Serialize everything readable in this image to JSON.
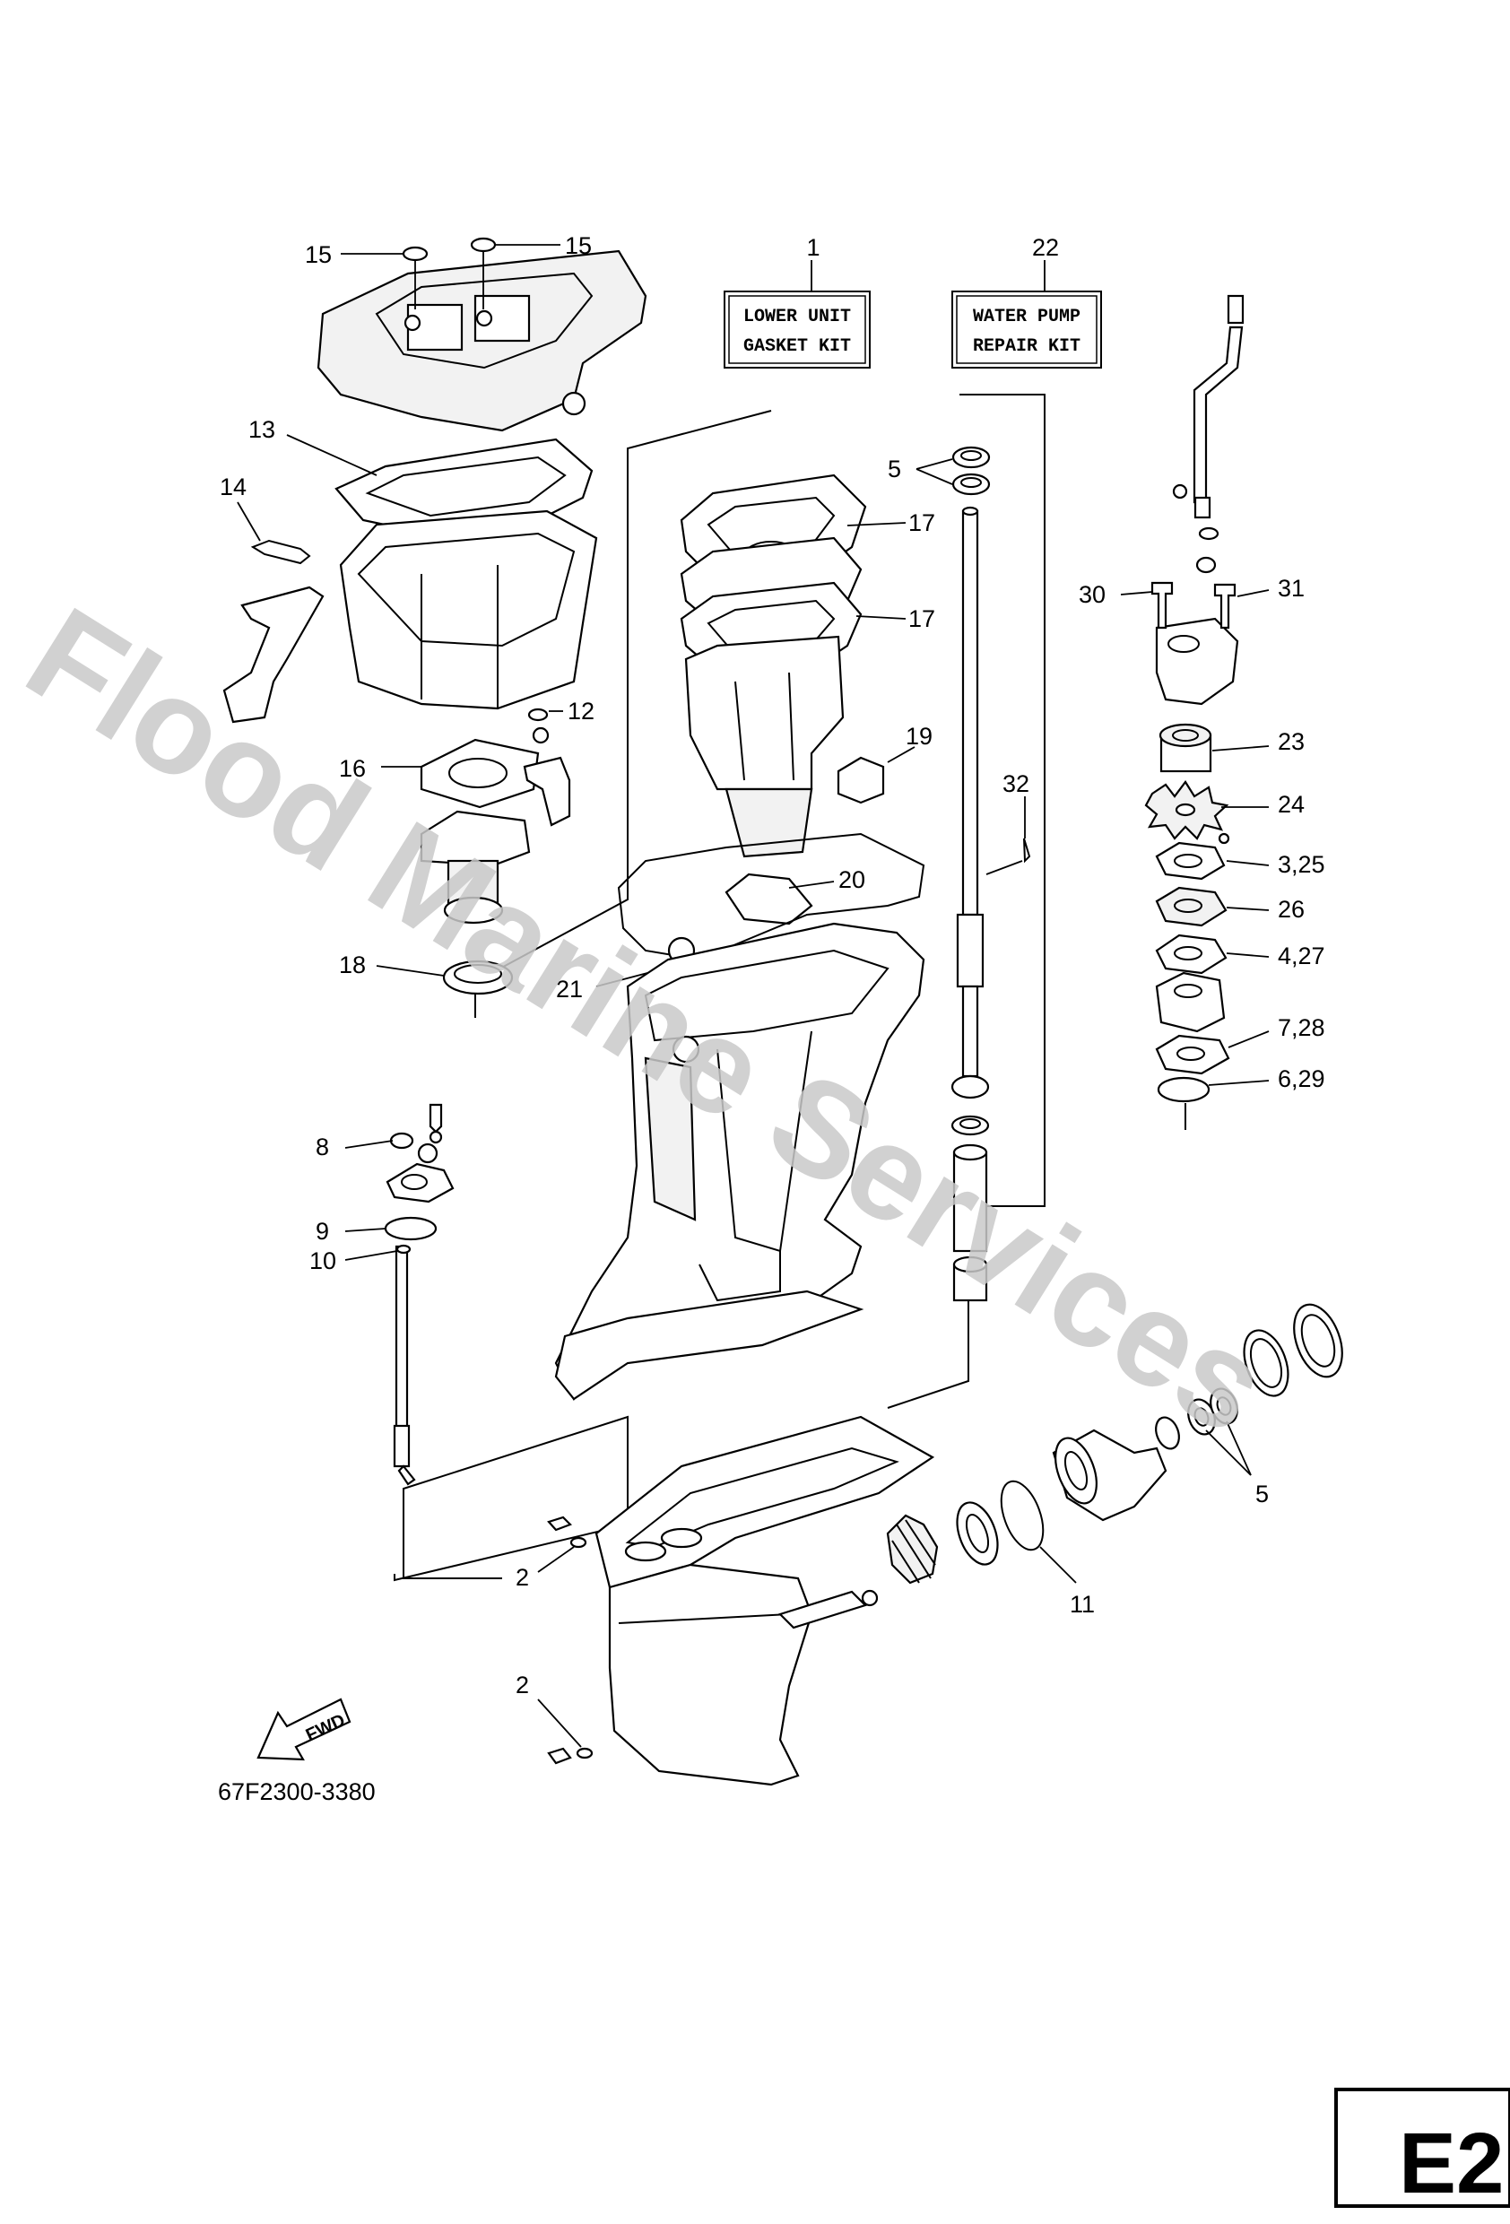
{
  "kits": {
    "lower_unit": {
      "number": "1",
      "line1": "LOWER UNIT",
      "line2": "GASKET KIT"
    },
    "water_pump": {
      "number": "22",
      "line1": "WATER PUMP",
      "line2": "REPAIR KIT"
    }
  },
  "callouts": {
    "c15a": "15",
    "c15b": "15",
    "c13": "13",
    "c14": "14",
    "c12": "12",
    "c16": "16",
    "c18": "18",
    "c17a": "17",
    "c17b": "17",
    "c19": "19",
    "c20": "20",
    "c21": "21",
    "c5a": "5",
    "c32": "32",
    "c30": "30",
    "c31": "31",
    "c23": "23",
    "c24": "24",
    "c3_25": "3,25",
    "c26": "26",
    "c4_27": "4,27",
    "c7_28": "7,28",
    "c6_29": "6,29",
    "c8": "8",
    "c9": "9",
    "c10": "10",
    "c2a": "2",
    "c2b": "2",
    "c11": "11",
    "c5b": "5"
  },
  "fwd_label": "FWD",
  "drawing_number": "67F2300-3380",
  "page_code": "E2",
  "watermark": "Flood Marine Services"
}
